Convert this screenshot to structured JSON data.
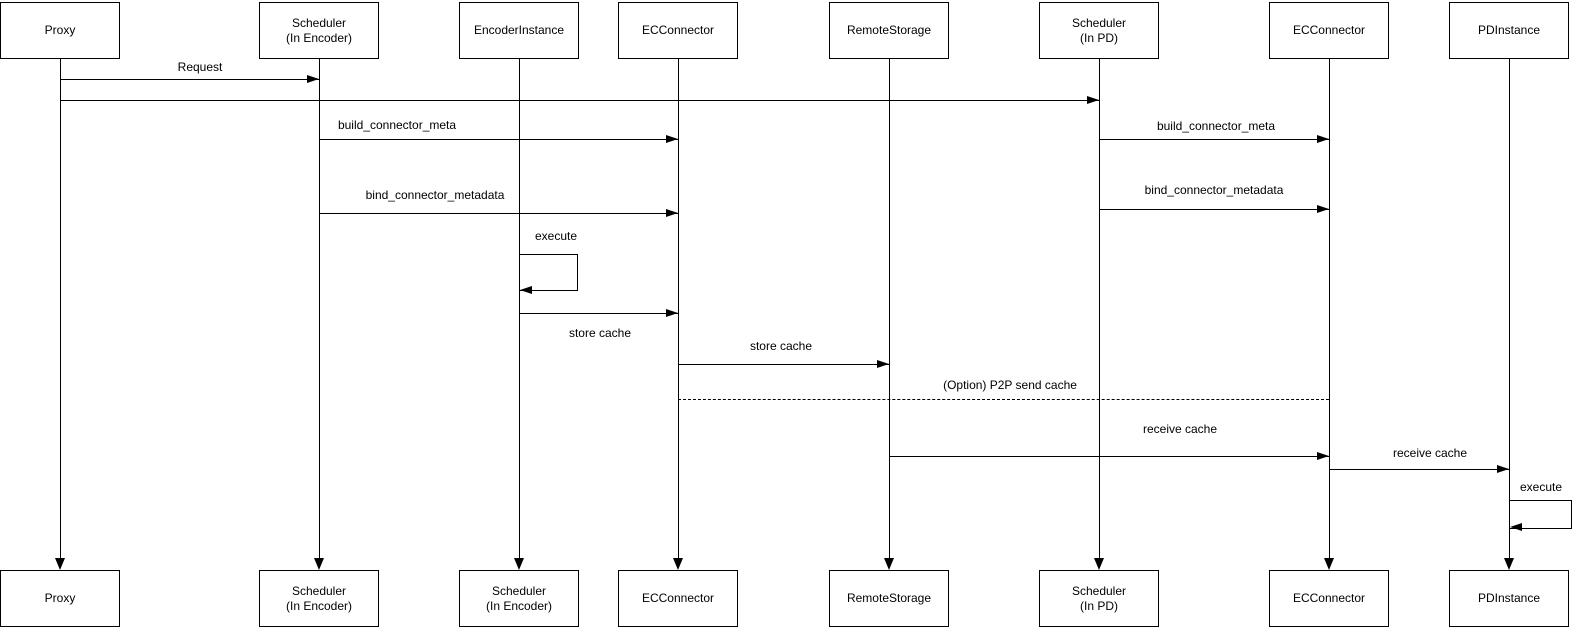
{
  "diagram_type": "sequence-diagram",
  "colors": {
    "stroke": "#000000",
    "fill": "#ffffff",
    "text": "#000000"
  },
  "actors": [
    {
      "top": [
        "Proxy"
      ],
      "bottom": [
        "Proxy"
      ]
    },
    {
      "top": [
        "Scheduler",
        "(In Encoder)"
      ],
      "bottom": [
        "Scheduler",
        "(In Encoder)"
      ]
    },
    {
      "top": [
        "EncoderInstance"
      ],
      "bottom": [
        "Scheduler",
        "(In Encoder)"
      ]
    },
    {
      "top": [
        "ECConnector"
      ],
      "bottom": [
        "ECConnector"
      ]
    },
    {
      "top": [
        "RemoteStorage"
      ],
      "bottom": [
        "RemoteStorage"
      ]
    },
    {
      "top": [
        "Scheduler",
        "(In PD)"
      ],
      "bottom": [
        "Scheduler",
        "(In PD)"
      ]
    },
    {
      "top": [
        "ECConnector"
      ],
      "bottom": [
        "ECConnector"
      ]
    },
    {
      "top": [
        "PDInstance"
      ],
      "bottom": [
        "PDInstance"
      ]
    }
  ],
  "messages": [
    {
      "label": "Request",
      "from": "Proxy",
      "to": "Scheduler (In Encoder)",
      "line": "solid"
    },
    {
      "label": "",
      "from": "Proxy",
      "to": "Scheduler (In PD)",
      "line": "solid"
    },
    {
      "label": "build_connector_meta",
      "from": "Scheduler (In Encoder)",
      "to": "ECConnector",
      "line": "solid"
    },
    {
      "label": "build_connector_meta",
      "from": "Scheduler (In PD)",
      "to": "ECConnector",
      "line": "solid"
    },
    {
      "label": "bind_connector_metadata",
      "from": "Scheduler (In Encoder)",
      "to": "ECConnector",
      "line": "solid"
    },
    {
      "label": "bind_connector_metadata",
      "from": "Scheduler (In PD)",
      "to": "ECConnector",
      "line": "solid"
    },
    {
      "label": "execute",
      "from": "EncoderInstance",
      "to": "EncoderInstance",
      "line": "self"
    },
    {
      "label": "store cache",
      "from": "EncoderInstance",
      "to": "ECConnector",
      "line": "solid",
      "label_position": "below"
    },
    {
      "label": "store cache",
      "from": "ECConnector",
      "to": "RemoteStorage",
      "line": "solid"
    },
    {
      "label": "(Option) P2P send cache",
      "from": "ECConnector",
      "to": "ECConnector (PD side)",
      "line": "dashed"
    },
    {
      "label": "receive cache",
      "from": "RemoteStorage",
      "to": "ECConnector (PD side)",
      "line": "solid"
    },
    {
      "label": "receive cache",
      "from": "ECConnector (PD side)",
      "to": "PDInstance",
      "line": "solid"
    },
    {
      "label": "execute",
      "from": "PDInstance",
      "to": "PDInstance",
      "line": "self"
    }
  ]
}
